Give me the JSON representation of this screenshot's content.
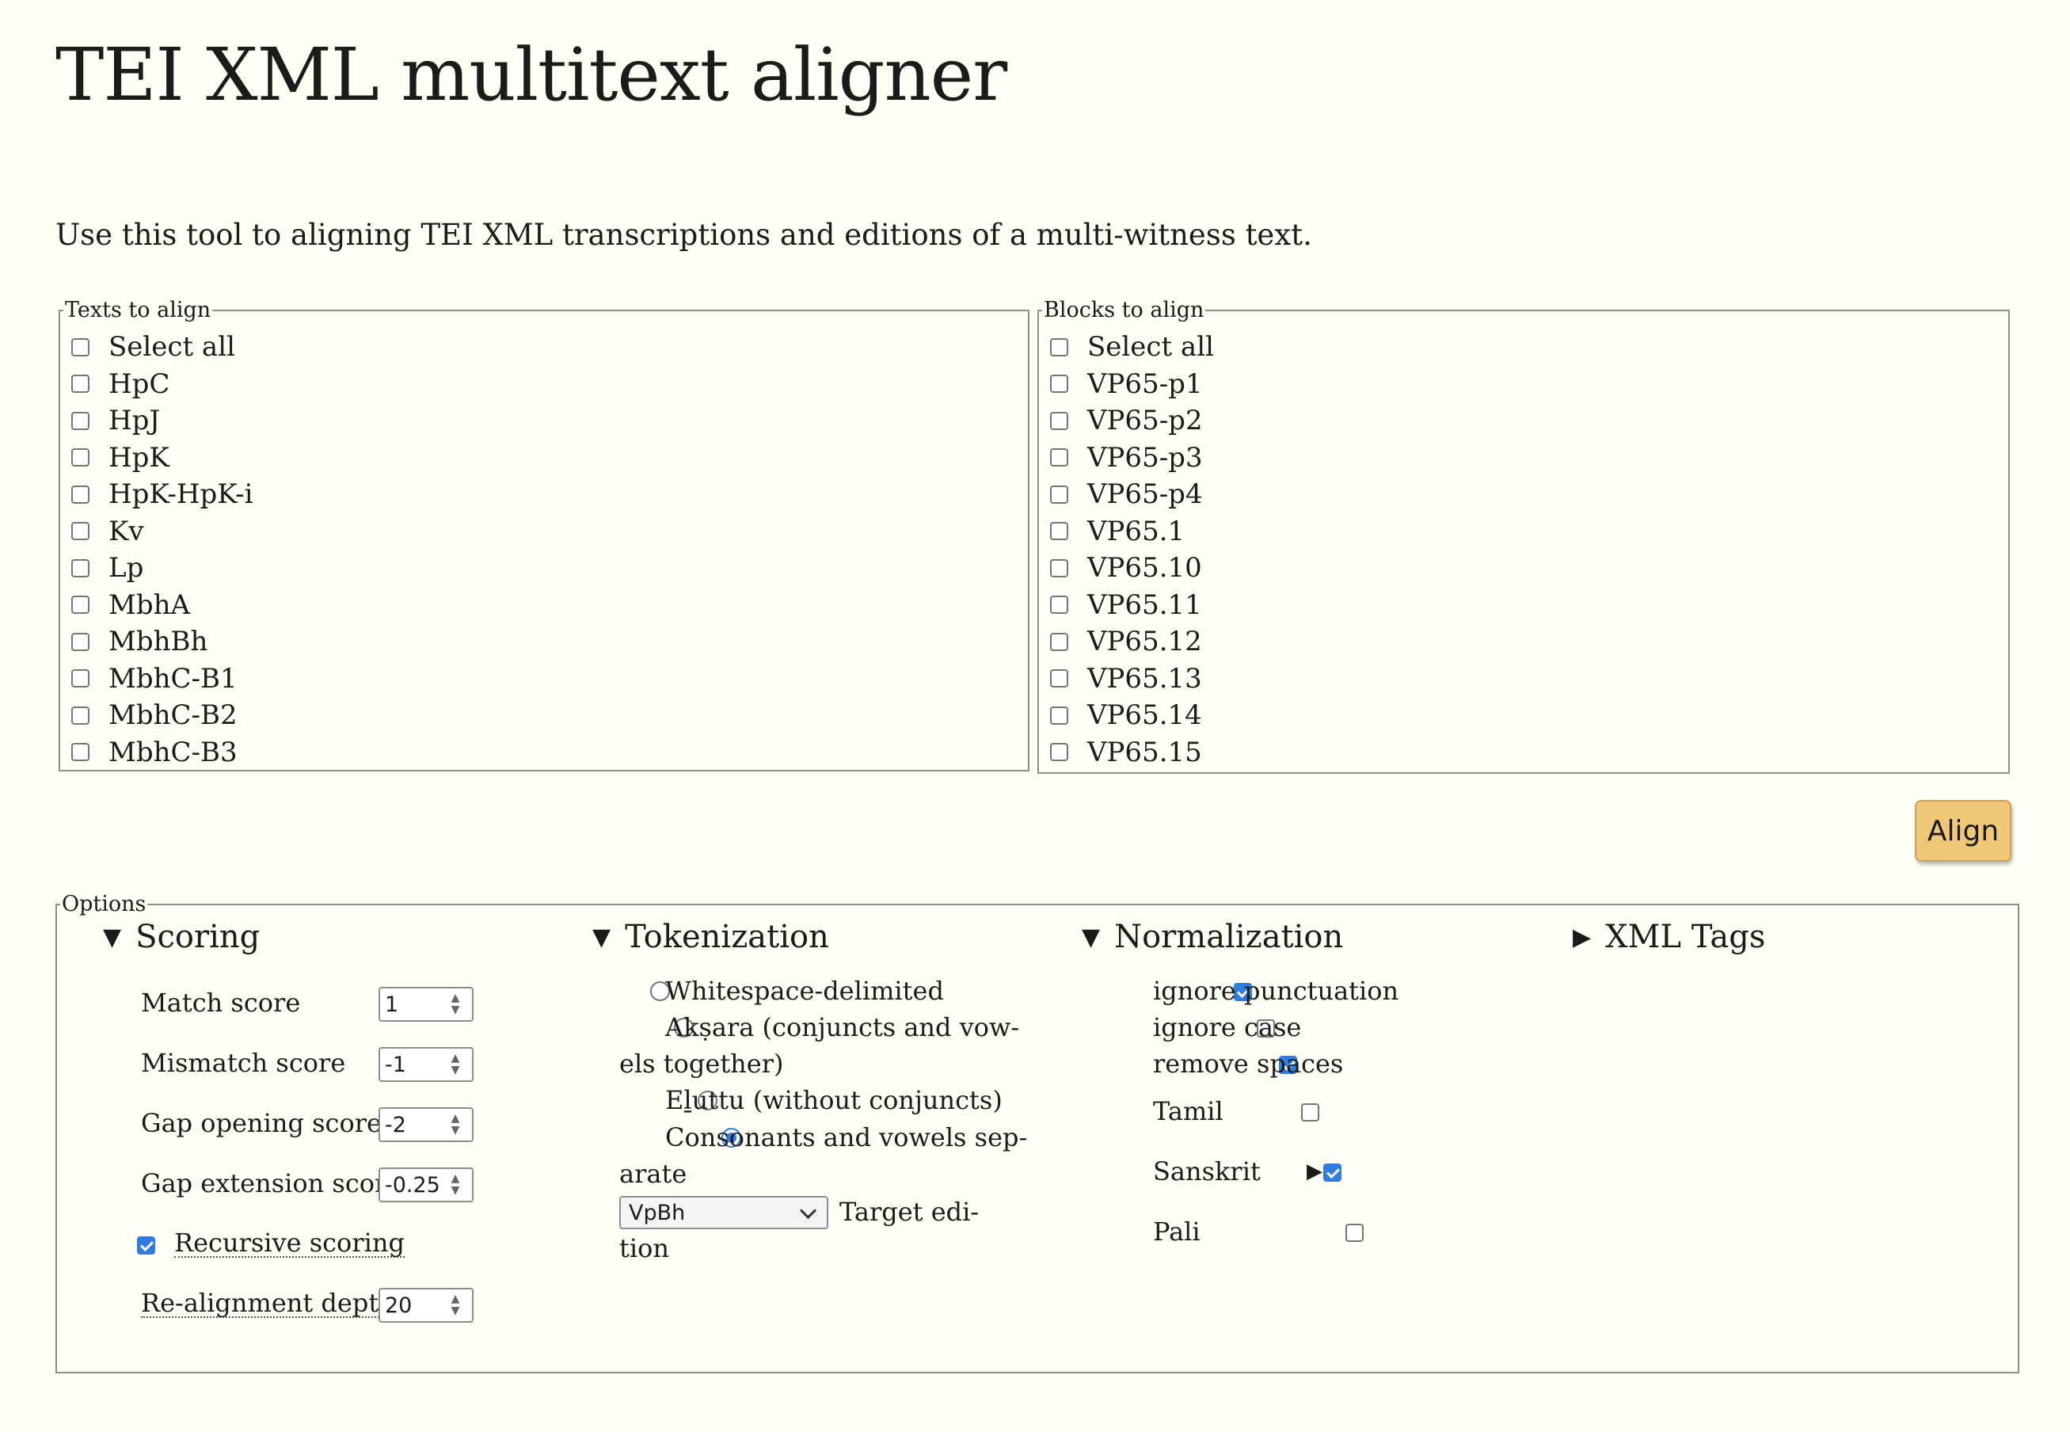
{
  "page": {
    "title": "TEI XML multitext aligner",
    "intro": "Use this tool to aligning TEI XML transcriptions and editions of a multi-witness text."
  },
  "texts": {
    "legend": "Texts to align",
    "items": [
      "Select all",
      "HpC",
      "HpJ",
      "HpK",
      "HpK-HpK-i",
      "Kv",
      "Lp",
      "MbhA",
      "MbhBh",
      "MbhC-B1",
      "MbhC-B2",
      "MbhC-B3"
    ]
  },
  "blocks": {
    "legend": "Blocks to align",
    "items": [
      "Select all",
      "VP65-p1",
      "VP65-p2",
      "VP65-p3",
      "VP65-p4",
      "VP65.1",
      "VP65.10",
      "VP65.11",
      "VP65.12",
      "VP65.13",
      "VP65.14",
      "VP65.15"
    ]
  },
  "align_button": "Align",
  "options": {
    "legend": "Options",
    "scoring": {
      "title": "Scoring",
      "match_label": "Match score",
      "match_value": "1",
      "mismatch_label": "Mismatch score",
      "mismatch_value": "-1",
      "gap_open_label": "Gap opening score",
      "gap_open_value": "-2",
      "gap_ext_label": "Gap extension score",
      "gap_ext_value": "-0.25",
      "recursive_label": "Recursive scoring",
      "recursive_checked": true,
      "depth_label": "Re-alignment depth",
      "depth_value": "20"
    },
    "tokenization": {
      "title": "Tokenization",
      "whitespace": "Whitespace-delimited",
      "aksara_1": "Akṣara (conjuncts and vow-",
      "aksara_2": "els together)",
      "eluttu": "Eḻuttu (without conjuncts)",
      "consonants_1": "Consonants and vowels sep-",
      "consonants_2": "arate",
      "selected": "consonants",
      "target_value": "VpBh",
      "target_label_1": "Target edi-",
      "target_label_2": "tion"
    },
    "normalization": {
      "title": "Normalization",
      "ignore_punct": "ignore punctuation",
      "ignore_case": "ignore case",
      "remove_spaces": "remove spaces",
      "tamil": "Tamil",
      "sanskrit": "Sanskrit",
      "pali": "Pali"
    },
    "xml_tags": {
      "title": "XML Tags"
    }
  }
}
